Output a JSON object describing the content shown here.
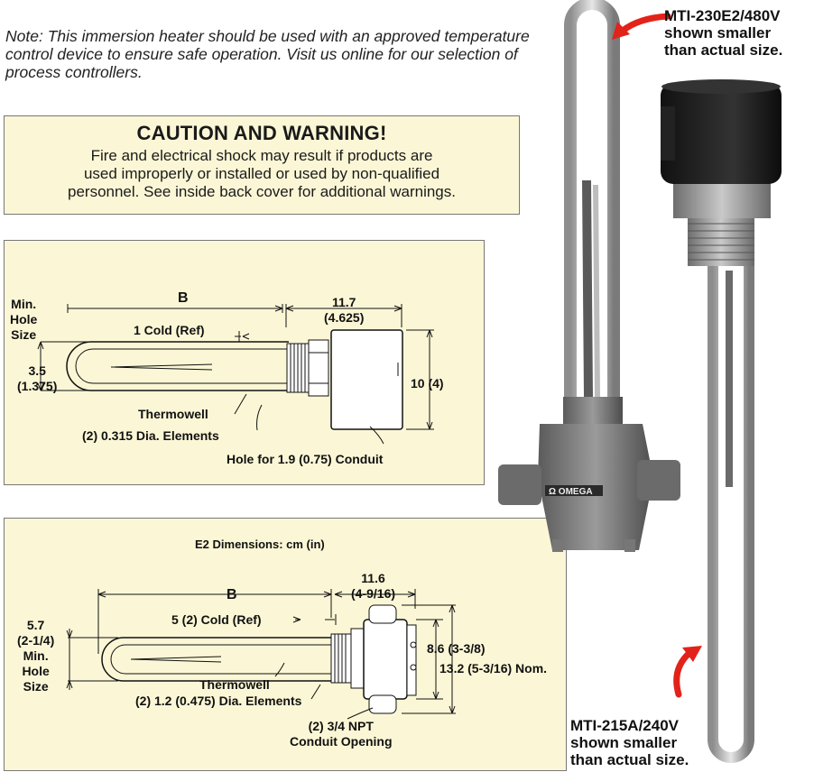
{
  "note": "Note: This immersion heater should be used with an approved temperature control device to ensure safe operation. Visit us online for our selection of process controllers.",
  "caution": {
    "title": "CAUTION AND WARNING!",
    "line1": "Fire and electrical shock may result if products are",
    "line2": "used improperly or installed or used by non-qualified",
    "line3": "personnel. See inside back cover for additional warnings."
  },
  "diagram1": {
    "min_hole_1": "Min.",
    "min_hole_2": "Hole",
    "min_hole_3": "Size",
    "dia_1": "3.5",
    "dia_2": "(1.375)",
    "b": "B",
    "cold": "1 Cold (Ref)",
    "head_len_1": "11.7",
    "head_len_2": "(4.625)",
    "head_h": "10 (4)",
    "thermowell": "Thermowell",
    "elements": "(2) 0.315  Dia. Elements",
    "conduit": "Hole for 1.9 (0.75) Conduit"
  },
  "diagram2": {
    "title": "E2 Dimensions: cm (in)",
    "b": "B",
    "len_1": "11.6",
    "len_2": "(4-9/16)",
    "cold": "5 (2) Cold (Ref)",
    "hole_1": "5.7",
    "hole_2": "(2-1/4)",
    "hole_3": "Min.",
    "hole_4": "Hole",
    "hole_5": "Size",
    "h1": "8.6 (3-3/8)",
    "h2": "13.2 (5-3/16) Nom.",
    "thermowell": "Thermowell",
    "elements": "(2) 1.2 (0.475) Dia. Elements",
    "conduit_1": "(2) 3/4 NPT",
    "conduit_2": "Conduit Opening"
  },
  "callout_top": {
    "line1": "MTI-230E2/480V",
    "line2": "shown smaller",
    "line3": "than actual size."
  },
  "callout_bottom": {
    "line1": "MTI-215A/240V",
    "line2": "shown smaller",
    "line3": "than actual size."
  },
  "brand": "OMEGA",
  "colors": {
    "panel": "#fbf7d6",
    "arrow": "#e2231a"
  }
}
